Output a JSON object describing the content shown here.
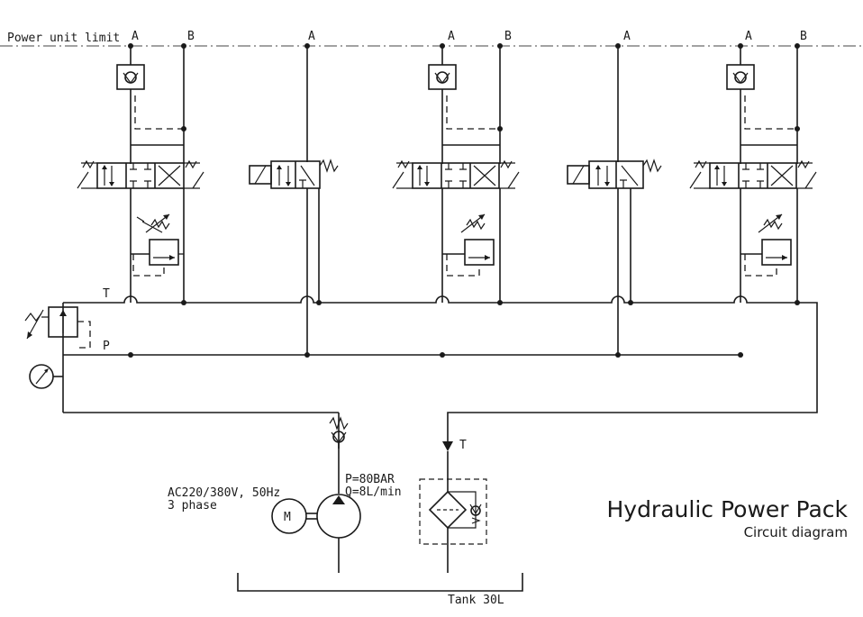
{
  "boundary": {
    "label": "Power unit limit"
  },
  "ports": [
    {
      "a": "A",
      "b": "B"
    },
    {
      "a": "A",
      "b": ""
    },
    {
      "a": "A",
      "b": "B"
    },
    {
      "a": "A",
      "b": ""
    },
    {
      "a": "A",
      "b": "B"
    }
  ],
  "lines": {
    "tank": "T",
    "pressure": "P",
    "return": "T"
  },
  "motor": {
    "symbol": "M",
    "supply_line1": "AC220/380V, 50Hz",
    "supply_line2": "3 phase"
  },
  "pump": {
    "pressure": "P=80BAR",
    "flow": "Q=8L/min"
  },
  "tank": {
    "label": "Tank 30L"
  },
  "title": {
    "main": "Hydraulic Power Pack",
    "sub": "Circuit diagram"
  }
}
